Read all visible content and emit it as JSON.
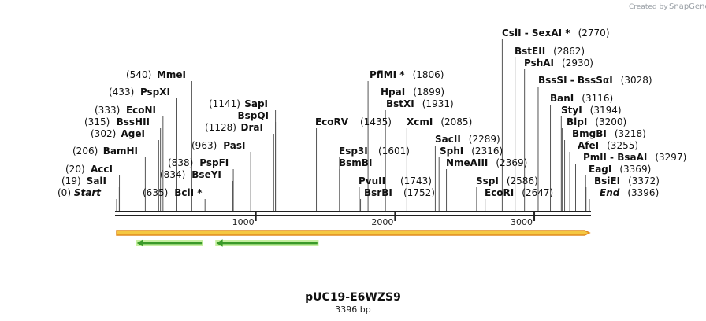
{
  "brand": {
    "created_by": "Created by",
    "product": "SnapGene"
  },
  "map": {
    "name": "pUC19-E6WZS9",
    "length_label": "3396 bp",
    "length": 3396,
    "scale_ticks": [
      "1000",
      "2000",
      "3000"
    ],
    "colors": {
      "backbone": "#222222",
      "feature_fill": "#f5c842",
      "feature_stroke": "#e08a1e",
      "arrow": "#3a9b2a",
      "arrow_glow": "#c6f0a0"
    },
    "features": [
      {
        "name": "full-length",
        "start": 0,
        "end": 3396,
        "strand": "+",
        "color": "orange"
      },
      {
        "name": "arrow-1",
        "start": 150,
        "end": 610,
        "strand": "-",
        "color": "green"
      },
      {
        "name": "arrow-2",
        "start": 720,
        "end": 1440,
        "strand": "-",
        "color": "green"
      }
    ],
    "sites": [
      {
        "name": "Start",
        "pos": 0,
        "pos_label": "(0)",
        "style": "italic"
      },
      {
        "name": "SalI",
        "pos": 19,
        "pos_label": "(19)"
      },
      {
        "name": "AccI",
        "pos": 20,
        "pos_label": "(20)"
      },
      {
        "name": "BamHI",
        "pos": 206,
        "pos_label": "(206)"
      },
      {
        "name": "AgeI",
        "pos": 302,
        "pos_label": "(302)"
      },
      {
        "name": "BssHII",
        "pos": 315,
        "pos_label": "(315)"
      },
      {
        "name": "EcoNI",
        "pos": 333,
        "pos_label": "(333)"
      },
      {
        "name": "PspXI",
        "pos": 433,
        "pos_label": "(433)"
      },
      {
        "name": "MmeI",
        "pos": 540,
        "pos_label": "(540)"
      },
      {
        "name": "BclI *",
        "pos": 635,
        "pos_label": "(635)"
      },
      {
        "name": "BseYI",
        "pos": 834,
        "pos_label": "(834)"
      },
      {
        "name": "PspFI",
        "pos": 838,
        "pos_label": "(838)"
      },
      {
        "name": "PasI",
        "pos": 963,
        "pos_label": "(963)"
      },
      {
        "name": "DraI",
        "pos": 1128,
        "pos_label": "(1128)"
      },
      {
        "name": "BspQI",
        "pos": 1141,
        "pos_label": ""
      },
      {
        "name": "SapI",
        "pos": 1141,
        "pos_label": "(1141)"
      },
      {
        "name": "EcoRV",
        "pos": 1435,
        "pos_label": "(1435)"
      },
      {
        "name": "BsmBI",
        "pos": 1601,
        "pos_label": ""
      },
      {
        "name": "Esp3I",
        "pos": 1601,
        "pos_label": "(1601)"
      },
      {
        "name": "PflMI *",
        "pos": 1806,
        "pos_label": "(1806)"
      },
      {
        "name": "PvuII",
        "pos": 1743,
        "pos_label": "(1743)"
      },
      {
        "name": "BsrBI",
        "pos": 1752,
        "pos_label": "(1752)"
      },
      {
        "name": "HpaI",
        "pos": 1899,
        "pos_label": "(1899)"
      },
      {
        "name": "BstXI",
        "pos": 1931,
        "pos_label": "(1931)"
      },
      {
        "name": "XcmI",
        "pos": 2085,
        "pos_label": "(2085)"
      },
      {
        "name": "SacII",
        "pos": 2289,
        "pos_label": "(2289)"
      },
      {
        "name": "SphI",
        "pos": 2316,
        "pos_label": "(2316)"
      },
      {
        "name": "NmeAIII",
        "pos": 2369,
        "pos_label": "(2369)"
      },
      {
        "name": "SspI",
        "pos": 2586,
        "pos_label": "(2586)"
      },
      {
        "name": "EcoRI",
        "pos": 2647,
        "pos_label": "(2647)"
      },
      {
        "name": "CslI  -  SexAI *",
        "pos": 2770,
        "pos_label": "(2770)"
      },
      {
        "name": "BstEII",
        "pos": 2862,
        "pos_label": "(2862)"
      },
      {
        "name": "PshAI",
        "pos": 2930,
        "pos_label": "(2930)"
      },
      {
        "name": "BssSI  -  BssSαI",
        "pos": 3028,
        "pos_label": "(3028)"
      },
      {
        "name": "BanI",
        "pos": 3116,
        "pos_label": "(3116)"
      },
      {
        "name": "StyI",
        "pos": 3194,
        "pos_label": "(3194)"
      },
      {
        "name": "BlpI",
        "pos": 3200,
        "pos_label": "(3200)"
      },
      {
        "name": "BmgBI",
        "pos": 3218,
        "pos_label": "(3218)"
      },
      {
        "name": "AfeI",
        "pos": 3255,
        "pos_label": "(3255)"
      },
      {
        "name": "PmlI  -  BsaAI",
        "pos": 3297,
        "pos_label": "(3297)"
      },
      {
        "name": "EagI",
        "pos": 3369,
        "pos_label": "(3369)"
      },
      {
        "name": "BsiEI",
        "pos": 3372,
        "pos_label": "(3372)"
      },
      {
        "name": "End",
        "pos": 3396,
        "pos_label": "(3396)",
        "style": "italic"
      }
    ]
  }
}
